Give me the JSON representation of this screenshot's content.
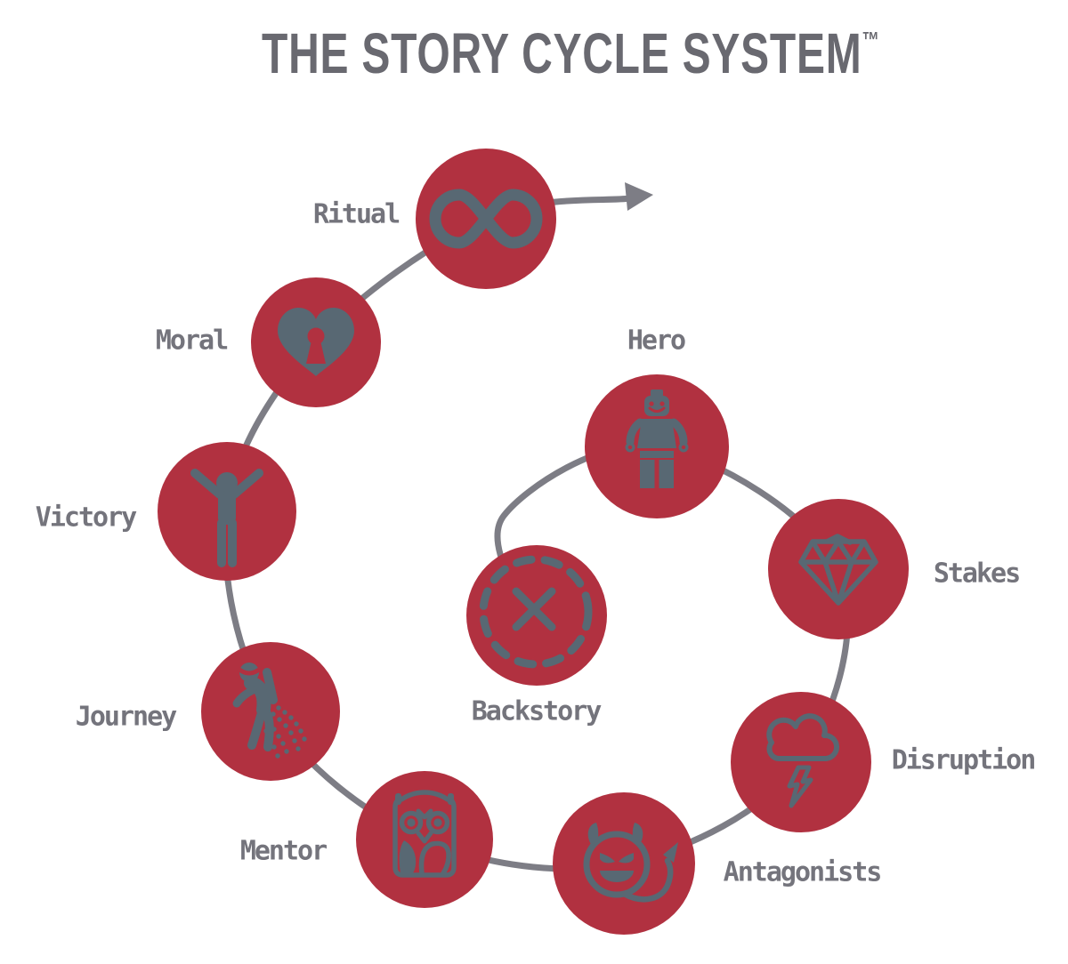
{
  "title": {
    "text": "THE STORY CYCLE SYSTEM",
    "trademark": "™"
  },
  "colors": {
    "node_red": "#b13140",
    "icon_gray": "#586873",
    "path_gray": "#7d7d85",
    "label_gray": "#74747c",
    "title_gray": "#696970",
    "background": "#ffffff"
  },
  "diagram": {
    "kind": "spiral-cycle",
    "flow_arrow": "exits from Ritual node toward upper right"
  },
  "nodes": [
    {
      "id": "backstory",
      "label": "Backstory",
      "icon": "x-marks-the-spot-icon"
    },
    {
      "id": "hero",
      "label": "Hero",
      "icon": "lego-figure-icon"
    },
    {
      "id": "stakes",
      "label": "Stakes",
      "icon": "diamond-icon"
    },
    {
      "id": "disruption",
      "label": "Disruption",
      "icon": "storm-cloud-lightning-icon"
    },
    {
      "id": "antagonists",
      "label": "Antagonists",
      "icon": "devil-icon"
    },
    {
      "id": "mentor",
      "label": "Mentor",
      "icon": "owl-icon"
    },
    {
      "id": "journey",
      "label": "Journey",
      "icon": "sower-walking-icon"
    },
    {
      "id": "victory",
      "label": "Victory",
      "icon": "cheering-person-icon"
    },
    {
      "id": "moral",
      "label": "Moral",
      "icon": "heart-keyhole-icon"
    },
    {
      "id": "ritual",
      "label": "Ritual",
      "icon": "infinity-icon"
    }
  ]
}
